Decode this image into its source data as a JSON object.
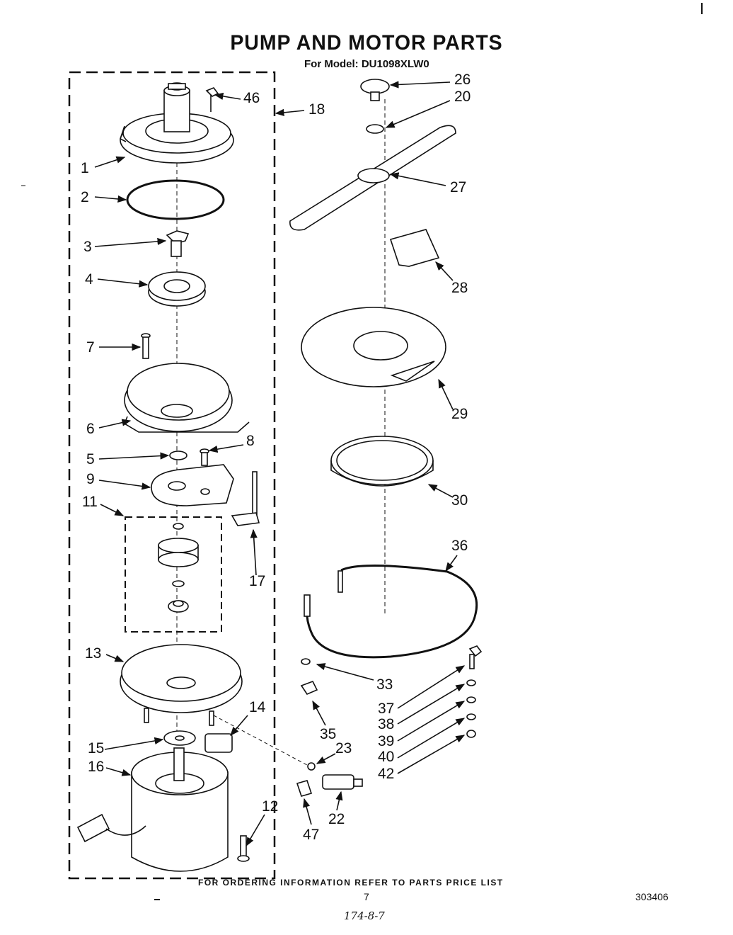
{
  "title": "PUMP AND MOTOR PARTS",
  "model": "For Model: DU1098XLW0",
  "callouts": {
    "p1": "1",
    "p2": "2",
    "p3": "3",
    "p4": "4",
    "p5": "5",
    "p6": "6",
    "p7": "7",
    "p8": "8",
    "p9": "9",
    "p11": "11",
    "p12": "12",
    "p13": "13",
    "p14": "14",
    "p15": "15",
    "p16": "16",
    "p17": "17",
    "p18": "18",
    "p20": "20",
    "p22": "22",
    "p23": "23",
    "p26": "26",
    "p27": "27",
    "p28": "28",
    "p29": "29",
    "p30": "30",
    "p33": "33",
    "p35": "35",
    "p36": "36",
    "p37": "37",
    "p38": "38",
    "p39": "39",
    "p40": "40",
    "p42": "42",
    "p46": "46",
    "p47": "47"
  },
  "footer": "FOR ORDERING INFORMATION REFER TO PARTS PRICE LIST",
  "page_number": "7",
  "doc_code": "303406",
  "handwritten_note": "174-8-7"
}
